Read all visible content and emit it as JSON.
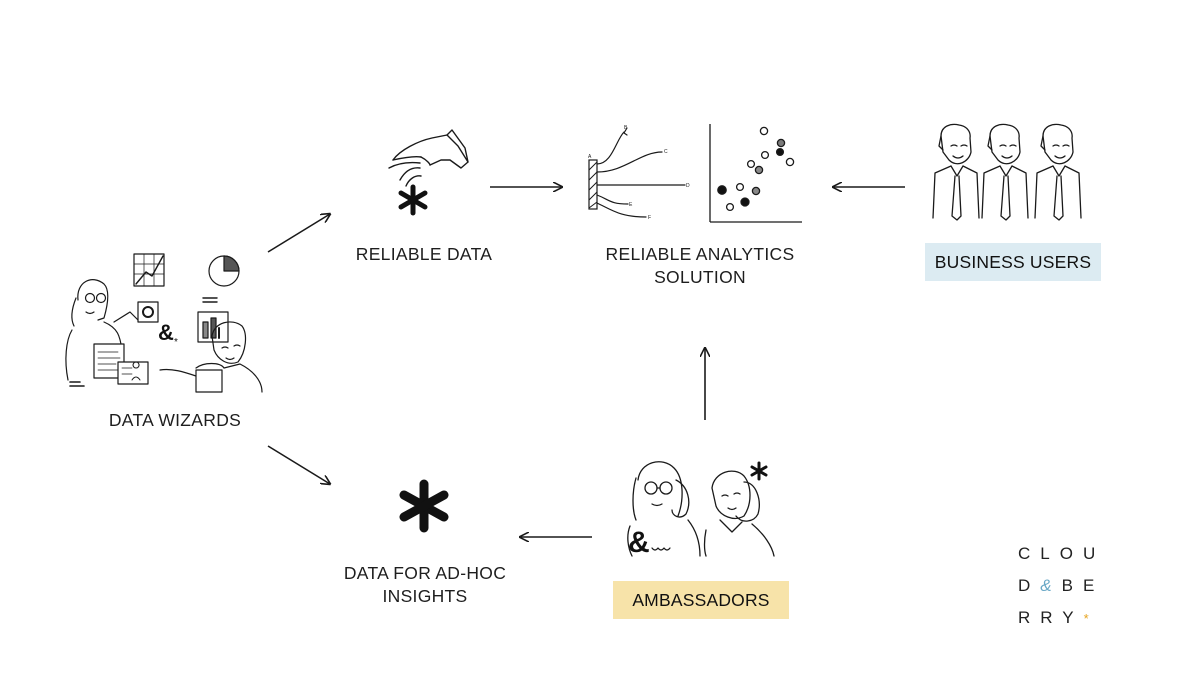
{
  "nodes": {
    "data_wizards": "DATA WIZARDS",
    "reliable_data": "RELIABLE DATA",
    "reliable_analytics": [
      "RELIABLE ANALYTICS",
      "SOLUTION"
    ],
    "business_users": "BUSINESS USERS",
    "ad_hoc": [
      "DATA FOR AD-HOC",
      "INSIGHTS"
    ],
    "ambassadors": "AMBASSADORS"
  },
  "chart_marks": {
    "labels": [
      "A",
      "B",
      "C",
      "D",
      "E",
      "F"
    ]
  },
  "logo": {
    "line1": "CLOU",
    "line2_a": "D",
    "line2_amp": "&",
    "line2_b": "BERRY",
    "line3_tail": "*",
    "line2_text": "BE",
    "line3_text": "RRY"
  },
  "colors": {
    "business_users_bg": "#dcebf2",
    "ambassadors_bg": "#f7e3a9",
    "logo_accent_blue": "#6aa8c6",
    "logo_accent_orange": "#e6a31e",
    "ink": "#1a1a1a"
  },
  "icons": [
    "hand-icon",
    "asterisk-icon",
    "analytics-chart-icon",
    "scatter-plot-icon",
    "business-people-icon",
    "data-wizards-illustration",
    "ambassadors-illustration"
  ]
}
